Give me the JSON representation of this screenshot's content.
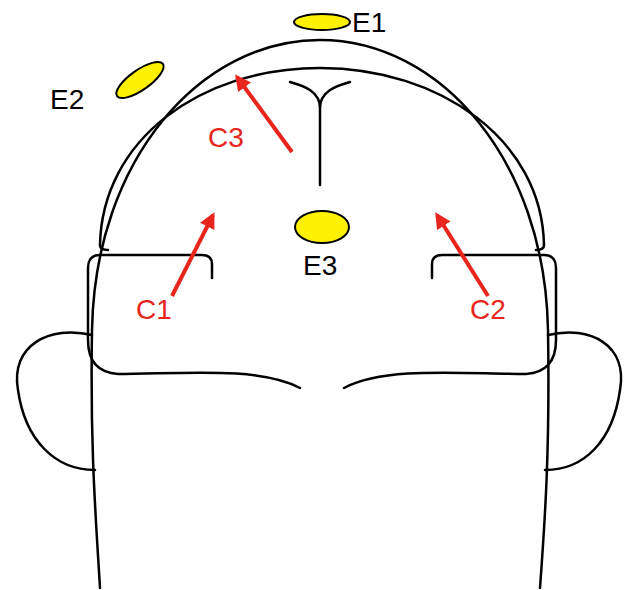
{
  "diagram": {
    "labels": [
      "E1",
      "E2",
      "E3",
      "C1",
      "C2",
      "C3"
    ]
  }
}
